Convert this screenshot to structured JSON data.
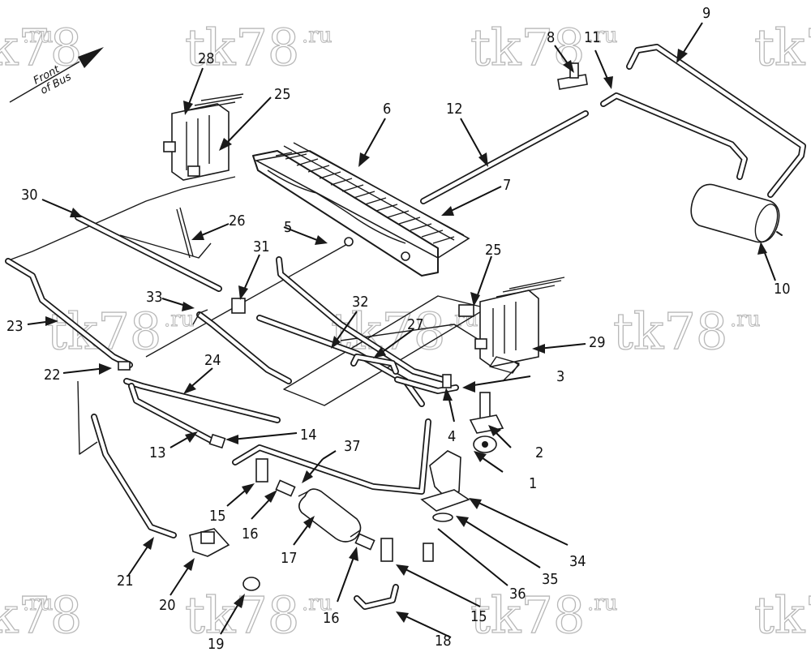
{
  "watermark": {
    "text": "tk78",
    "suffix": ".ru"
  },
  "front": {
    "line1": "Front",
    "line2": "of Bus"
  },
  "callouts": [
    {
      "id": "c1",
      "text": "1"
    },
    {
      "id": "c2",
      "text": "2"
    },
    {
      "id": "c3",
      "text": "3"
    },
    {
      "id": "c4",
      "text": "4"
    },
    {
      "id": "c5",
      "text": "5"
    },
    {
      "id": "c6",
      "text": "6"
    },
    {
      "id": "c7",
      "text": "7"
    },
    {
      "id": "c8",
      "text": "8"
    },
    {
      "id": "c9",
      "text": "9"
    },
    {
      "id": "c10",
      "text": "10"
    },
    {
      "id": "c11",
      "text": "11"
    },
    {
      "id": "c12",
      "text": "12"
    },
    {
      "id": "c13",
      "text": "13"
    },
    {
      "id": "c14",
      "text": "14"
    },
    {
      "id": "c15a",
      "text": "15"
    },
    {
      "id": "c15b",
      "text": "15"
    },
    {
      "id": "c16a",
      "text": "16"
    },
    {
      "id": "c16b",
      "text": "16"
    },
    {
      "id": "c17",
      "text": "17"
    },
    {
      "id": "c18",
      "text": "18"
    },
    {
      "id": "c19",
      "text": "19"
    },
    {
      "id": "c20",
      "text": "20"
    },
    {
      "id": "c21",
      "text": "21"
    },
    {
      "id": "c22",
      "text": "22"
    },
    {
      "id": "c23",
      "text": "23"
    },
    {
      "id": "c24",
      "text": "24"
    },
    {
      "id": "c25a",
      "text": "25"
    },
    {
      "id": "c25b",
      "text": "25"
    },
    {
      "id": "c26",
      "text": "26"
    },
    {
      "id": "c27",
      "text": "27"
    },
    {
      "id": "c28",
      "text": "28"
    },
    {
      "id": "c29",
      "text": "29"
    },
    {
      "id": "c30",
      "text": "30"
    },
    {
      "id": "c31",
      "text": "31"
    },
    {
      "id": "c32",
      "text": "32"
    },
    {
      "id": "c33",
      "text": "33"
    },
    {
      "id": "c34",
      "text": "34"
    },
    {
      "id": "c35",
      "text": "35"
    },
    {
      "id": "c36",
      "text": "36"
    },
    {
      "id": "c37",
      "text": "37"
    }
  ]
}
